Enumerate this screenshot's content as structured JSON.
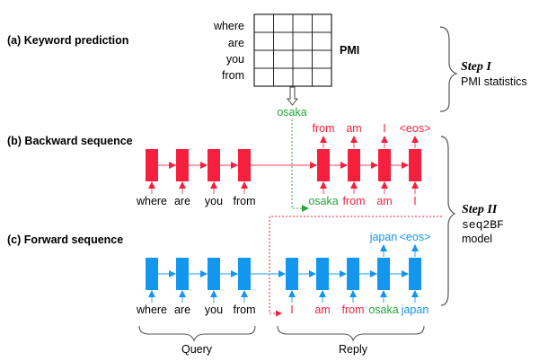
{
  "sections": {
    "a": "(a) Keyword prediction",
    "b": "(b) Backward sequence",
    "c": "(c) Forward sequence"
  },
  "pmi": {
    "label": "PMI",
    "row_labels": [
      "where",
      "are",
      "you",
      "from"
    ],
    "rows": 4,
    "cols": 4,
    "keyword": "osaka"
  },
  "steps": {
    "step1_title": "Step I",
    "step1_desc": "PMI statistics",
    "step2_title": "Step II",
    "step2_code": "seq2BF",
    "step2_desc": "model"
  },
  "backward": {
    "query_inputs": [
      "where",
      "are",
      "you",
      "from"
    ],
    "reply_inputs": [
      {
        "text": "osaka",
        "color": "green"
      },
      {
        "text": "from",
        "color": "red"
      },
      {
        "text": "am",
        "color": "red"
      },
      {
        "text": "I",
        "color": "red"
      }
    ],
    "reply_outputs": [
      "from",
      "am",
      "I",
      "<eos>"
    ]
  },
  "forward": {
    "query_inputs": [
      "where",
      "are",
      "you",
      "from"
    ],
    "reply_inputs": [
      {
        "text": "I",
        "color": "red"
      },
      {
        "text": "am",
        "color": "red"
      },
      {
        "text": "from",
        "color": "red"
      },
      {
        "text": "osaka",
        "color": "green"
      },
      {
        "text": "japan",
        "color": "blue"
      }
    ],
    "reply_outputs": [
      "japan",
      "<eos>"
    ]
  },
  "braces": {
    "query": "Query",
    "reply": "Reply"
  },
  "colors": {
    "red": "#f5203e",
    "red_light": "#f77f90",
    "blue": "#1296ee",
    "blue_light": "#6fbdf2",
    "green": "#21a83a",
    "text": "#000000"
  }
}
